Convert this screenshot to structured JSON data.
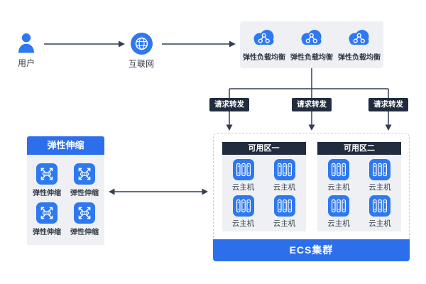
{
  "colors": {
    "accent_blue": "#2d6fea",
    "icon_blue": "#2e78f0",
    "dark_navy": "#212c3e",
    "panel_gray": "#eef0f3",
    "arrow_line": "#333f52",
    "dashed_border": "#c7ccd4",
    "label_text": "#333b47"
  },
  "nodes": {
    "user": {
      "label": "用户"
    },
    "internet": {
      "label": "互联网"
    },
    "elb": {
      "items": [
        {
          "label": "弹性负载均衡"
        },
        {
          "label": "弹性负载均衡"
        },
        {
          "label": "弹性负载均衡"
        }
      ]
    },
    "forward": {
      "labels": [
        "请求转发",
        "请求转发",
        "请求转发"
      ]
    },
    "scaling": {
      "title": "弹性伸缩",
      "items": [
        "弹性伸缩",
        "弹性伸缩",
        "弹性伸缩",
        "弹性伸缩"
      ]
    },
    "cluster": {
      "footer": "ECS集群",
      "zones": [
        {
          "title": "可用区一",
          "hosts": [
            "云主机",
            "云主机",
            "云主机",
            "云主机"
          ]
        },
        {
          "title": "可用区二",
          "hosts": [
            "云主机",
            "云主机",
            "云主机",
            "云主机"
          ]
        }
      ]
    }
  }
}
